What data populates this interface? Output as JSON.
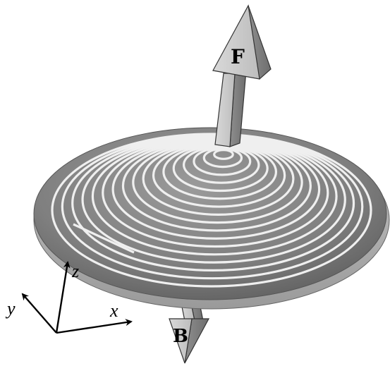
{
  "vectors": {
    "force_label": "F",
    "field_label": "B"
  },
  "axes": {
    "x_label": "x",
    "y_label": "y",
    "z_label": "z"
  },
  "coil": {
    "description_visible": false
  }
}
